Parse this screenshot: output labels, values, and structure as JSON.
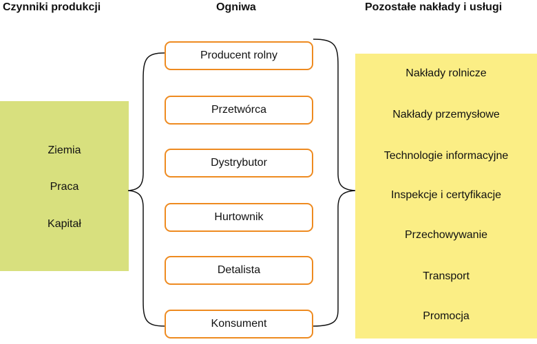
{
  "headings": {
    "factors": "Czynniki produkcji",
    "links": "Ogniwa",
    "services": "Pozostałe nakłady i usługi"
  },
  "factors": [
    {
      "label": "Ziemia"
    },
    {
      "label": "Praca"
    },
    {
      "label": "Kapitał"
    }
  ],
  "chain": [
    {
      "label": "Producent rolny"
    },
    {
      "label": "Przetwórca"
    },
    {
      "label": "Dystrybutor"
    },
    {
      "label": "Hurtownik"
    },
    {
      "label": "Detalista"
    },
    {
      "label": "Konsument"
    }
  ],
  "services": [
    {
      "label": "Nakłady rolnicze"
    },
    {
      "label": "Nakłady przemysłowe"
    },
    {
      "label": "Technologie informacyjne"
    },
    {
      "label": "Inspekcje i certyfikacje"
    },
    {
      "label": "Przechowywanie"
    },
    {
      "label": "Transport"
    },
    {
      "label": "Promocja"
    }
  ],
  "colors": {
    "factors_fill": "#d8e07e",
    "services_fill": "#fbee85",
    "chain_border": "#ee8a1f",
    "brace_stroke": "#111111"
  }
}
